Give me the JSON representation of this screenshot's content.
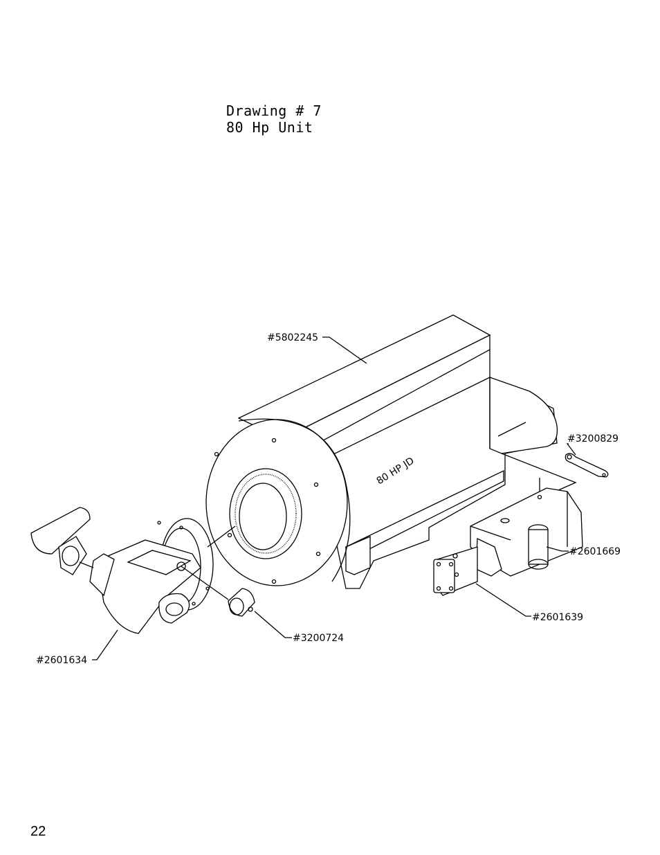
{
  "title": {
    "line1": "Drawing # 7",
    "line2": "80 Hp Unit"
  },
  "page_number": "22",
  "housing_text": "80 HP JD",
  "callouts": {
    "housing": "#5802245",
    "bracket": "#3200829",
    "valve_body": "#2601669",
    "pump": "#2601639",
    "coupler": "#3200724",
    "motor_adapter": "#2601634"
  }
}
